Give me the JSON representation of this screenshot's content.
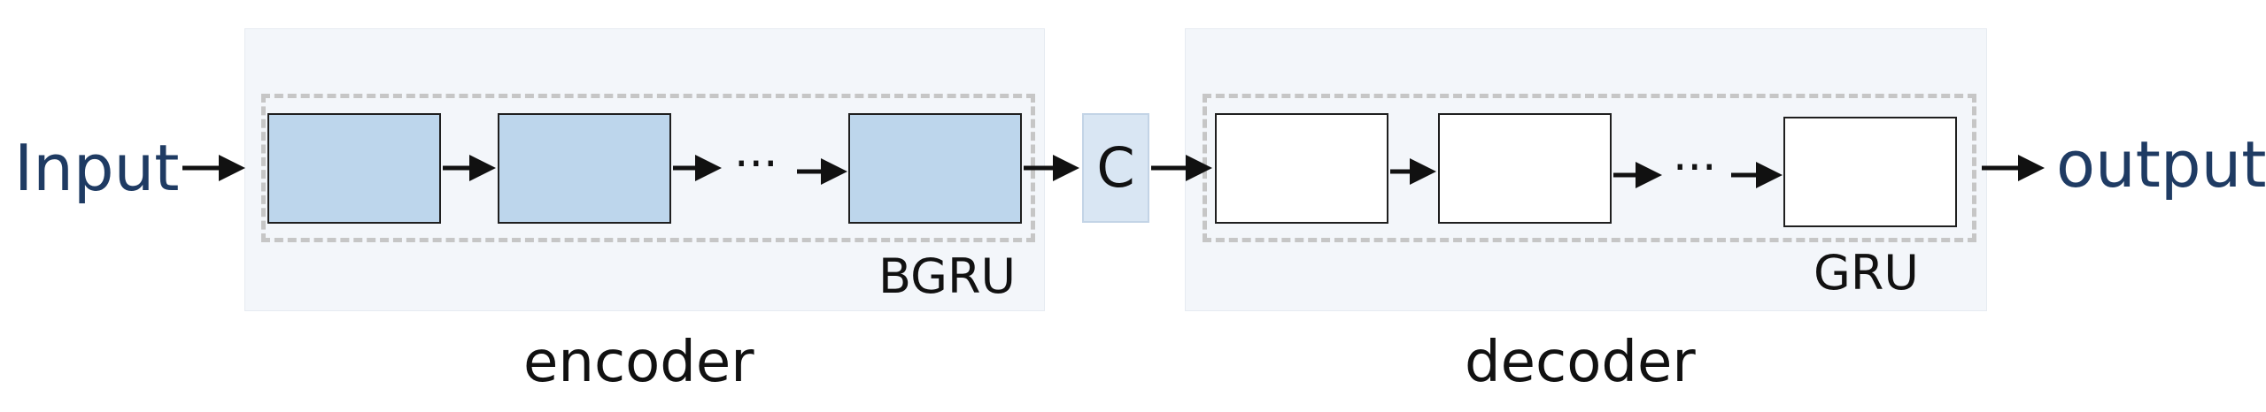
{
  "input_label": "Input",
  "output_label": "output",
  "encoder": {
    "caption": "encoder",
    "unit_label": "BGRU",
    "cell_color": "#bdd6ec"
  },
  "context": {
    "label": "C",
    "color": "#d9e6f3"
  },
  "decoder": {
    "caption": "decoder",
    "unit_label": "GRU",
    "cell_color": "#ffffff"
  },
  "ellipsis": "···",
  "colors": {
    "io_text": "#1f3b63",
    "panel": "#f3f6fa",
    "dashed_border": "#c6c6c6",
    "arrow": "#111111"
  }
}
